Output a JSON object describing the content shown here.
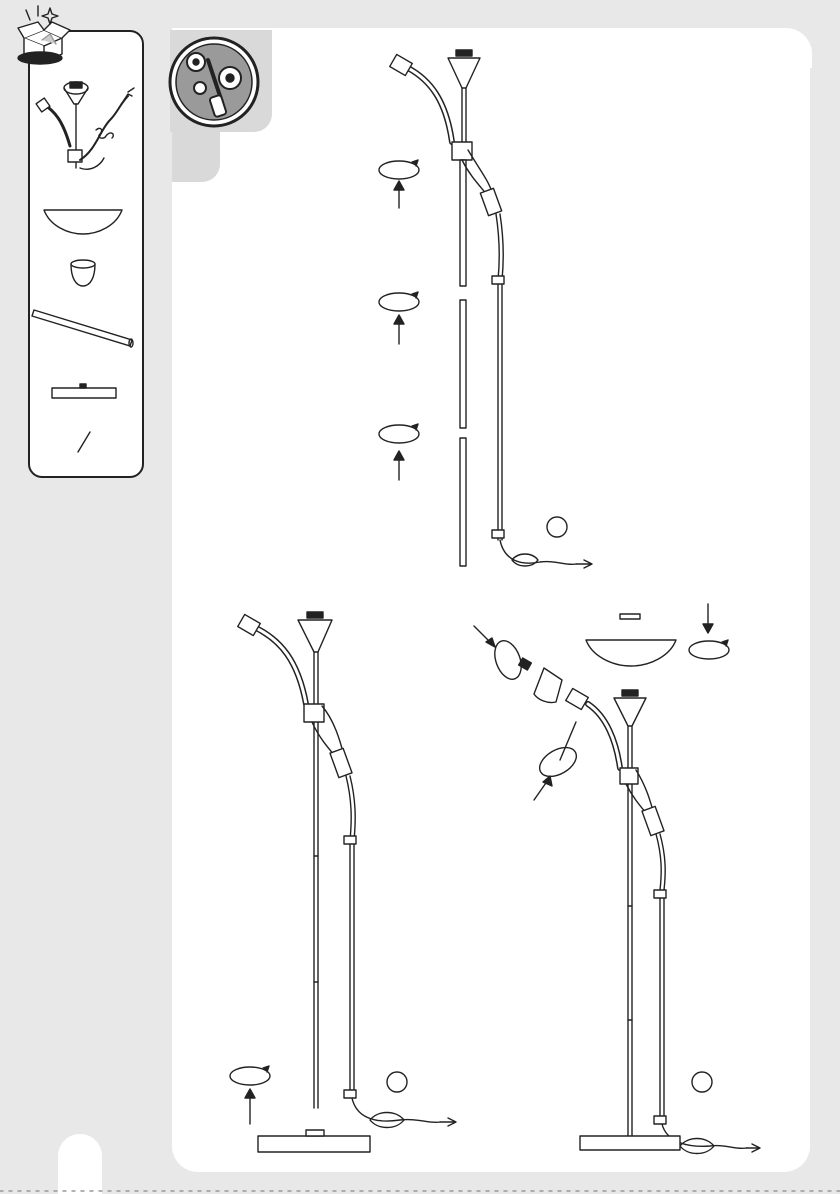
{
  "document": {
    "type": "assembly instructions",
    "parts_list": [
      {
        "name": "lamp-head-assembly"
      },
      {
        "name": "uplighter-shade"
      },
      {
        "name": "reading-light-shade"
      },
      {
        "name": "pole-segment"
      },
      {
        "name": "base"
      },
      {
        "name": "tool-rod"
      }
    ],
    "steps": [
      {
        "number": ""
      },
      {
        "number": ""
      },
      {
        "number": ""
      }
    ],
    "icons": {
      "unbox": "open-box-icon",
      "tools": "screwdriver-gears-icon",
      "rotate": "rotate-clockwise-icon",
      "push": "arrow-up-icon"
    },
    "colors": {
      "background": "#e8e8e8",
      "panel": "#ffffff",
      "line": "#222222",
      "badge": "#d9d9d9"
    }
  }
}
